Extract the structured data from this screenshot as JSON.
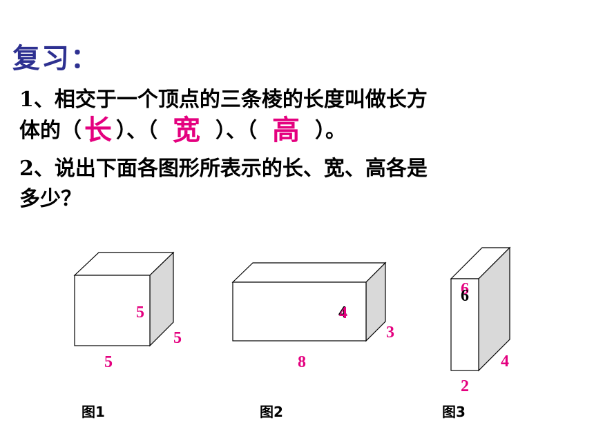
{
  "title": "复习：",
  "question1": {
    "line1": "1、相交于一个顶点的三条棱的长度叫做长方",
    "line2_prefix": "体的（",
    "answer1": "长",
    "sep1": "）、（",
    "answer2": "宽",
    "sep2": "）、（",
    "answer3": "高",
    "line2_suffix": "）。"
  },
  "question2": {
    "line1": "2、说出下面各图形所表示的长、宽、高各是",
    "line2": "多少？"
  },
  "figures": [
    {
      "caption": "图1",
      "length": "5",
      "width": "5",
      "height": "5"
    },
    {
      "caption": "图2",
      "length": "8",
      "width": "3",
      "height": "4"
    },
    {
      "caption": "图3",
      "length": "2",
      "width": "4",
      "height": "6",
      "height_overlay": "6"
    }
  ],
  "colors": {
    "title": "#2e3191",
    "answer": "#e4007f",
    "side_face": "#d9d9d9"
  }
}
